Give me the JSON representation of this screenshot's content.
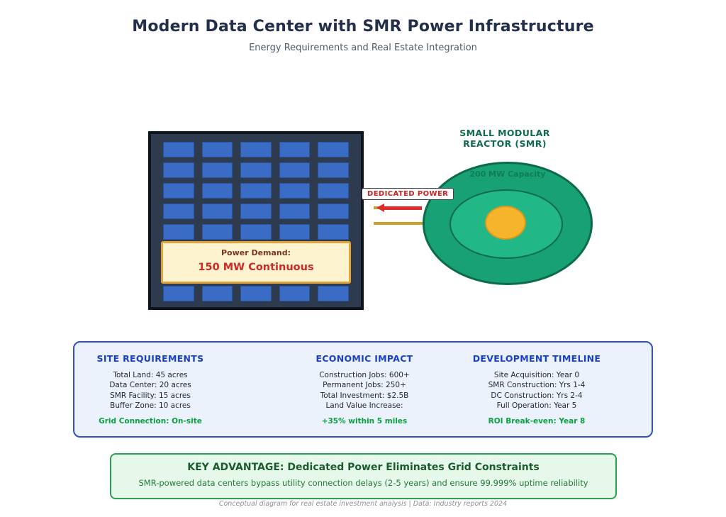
{
  "title": "Modern Data Center with SMR Power Infrastructure",
  "subtitle": "Energy Requirements and Real Estate Integration",
  "data_center": {
    "power_demand_label": "Power Demand:",
    "power_demand_value": "150 MW Continuous",
    "rack_rows": 8,
    "rack_cols": 5
  },
  "connection": {
    "label": "DEDICATED POWER"
  },
  "smr": {
    "title": "SMALL MODULAR\nREACTOR (SMR)",
    "capacity": "200 MW Capacity"
  },
  "panels": [
    {
      "heading": "SITE REQUIREMENTS",
      "items": [
        "Total Land: 45 acres",
        "Data Center: 20 acres",
        "SMR Facility: 15 acres",
        "Buffer Zone: 10 acres"
      ],
      "highlight": "Grid Connection: On-site"
    },
    {
      "heading": "ECONOMIC IMPACT",
      "items": [
        "Construction Jobs: 600+",
        "Permanent Jobs: 250+",
        "Total Investment: $2.5B",
        "Land Value Increase:"
      ],
      "highlight": "+35% within 5 miles"
    },
    {
      "heading": "DEVELOPMENT TIMELINE",
      "items": [
        "Site Acquisition: Year 0",
        "SMR Construction: Yrs 1-4",
        "DC Construction: Yrs 2-4",
        "Full Operation: Year 5"
      ],
      "highlight": "ROI Break-even: Year 8"
    }
  ],
  "key_advantage": {
    "title": "KEY ADVANTAGE: Dedicated Power Eliminates Grid Constraints",
    "description": "SMR-powered data centers bypass utility connection delays (2-5 years) and ensure 99.999% uptime reliability"
  },
  "footer": "Conceptual diagram for real estate investment analysis | Data: Industry reports 2024",
  "colors": {
    "title_navy": "#232f4b",
    "subtitle_gray": "#4f5a68",
    "building_bg": "#2e3a4e",
    "building_border": "#0e141d",
    "rack_blue": "#3a6cc5",
    "rack_border": "#2a549e",
    "power_box_bg": "#fdf3cf",
    "power_box_border": "#e3a43c",
    "power_label_brown": "#7a3526",
    "power_value_red": "#cd2929",
    "ded_red": "#cc2222",
    "arrow_red": "#e02b2b",
    "gold": "#c9a22b",
    "smr_title_green": "#0f6b4a",
    "smr_outer": "#18a175",
    "smr_inner": "#21b787",
    "smr_border": "#0d6a4a",
    "core_orange": "#f6b42c",
    "core_border": "#d79a1e",
    "capacity_green": "#107c55",
    "panel_bg": "#ebf2fc",
    "panel_border": "#2b50c8",
    "heading_blue": "#1a41c4",
    "item_dark": "#1d2632",
    "highlight_green": "#09a13e",
    "key_bg": "#e5f8e9",
    "key_border": "#2aa150",
    "key_title_green": "#1a5c2e",
    "key_desc_green": "#21793c",
    "footer_gray": "#8a9099"
  }
}
